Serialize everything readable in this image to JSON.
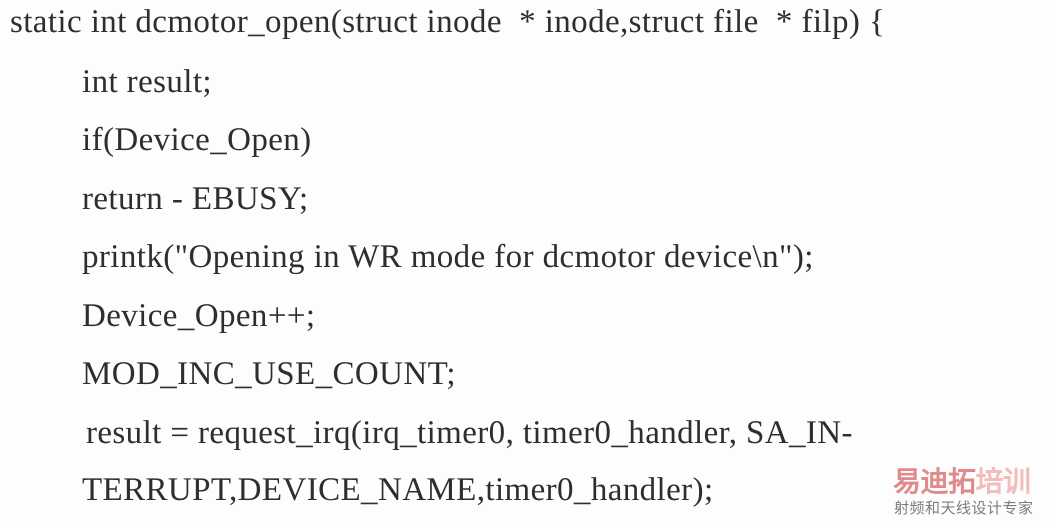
{
  "page": {
    "background_color": "#fdfdfd",
    "text_color": "#2e2e32",
    "kind": "scanned-code-listing"
  },
  "code": {
    "language": "c",
    "lines": [
      {
        "indent": 0,
        "text": "static int dcmotor_open(struct inode  * inode,struct file  * filp) {"
      },
      {
        "indent": 1,
        "text": "int result;"
      },
      {
        "indent": 1,
        "text": "if(Device_Open)"
      },
      {
        "indent": 1,
        "text": "return - EBUSY;"
      },
      {
        "indent": 1,
        "text": "printk(\"Opening in WR mode for dcmotor device\\n\");"
      },
      {
        "indent": 1,
        "text": "Device_Open++;"
      },
      {
        "indent": 1,
        "text": "MOD_INC_USE_COUNT;"
      },
      {
        "indent": 1,
        "text": "result = request_irq(irq_timer0, timer0_handler, SA_IN-"
      },
      {
        "indent": 1,
        "text": "TERRUPT,DEVICE_NAME,timer0_handler);"
      }
    ]
  },
  "watermark": {
    "brand_part_1": "易迪拓",
    "brand_part_2": "培训",
    "tagline": "射频和天线设计专家",
    "brand_color_1": "#e08b8b",
    "brand_color_2": "#f0bcbc",
    "tagline_color": "#7c7c80"
  }
}
